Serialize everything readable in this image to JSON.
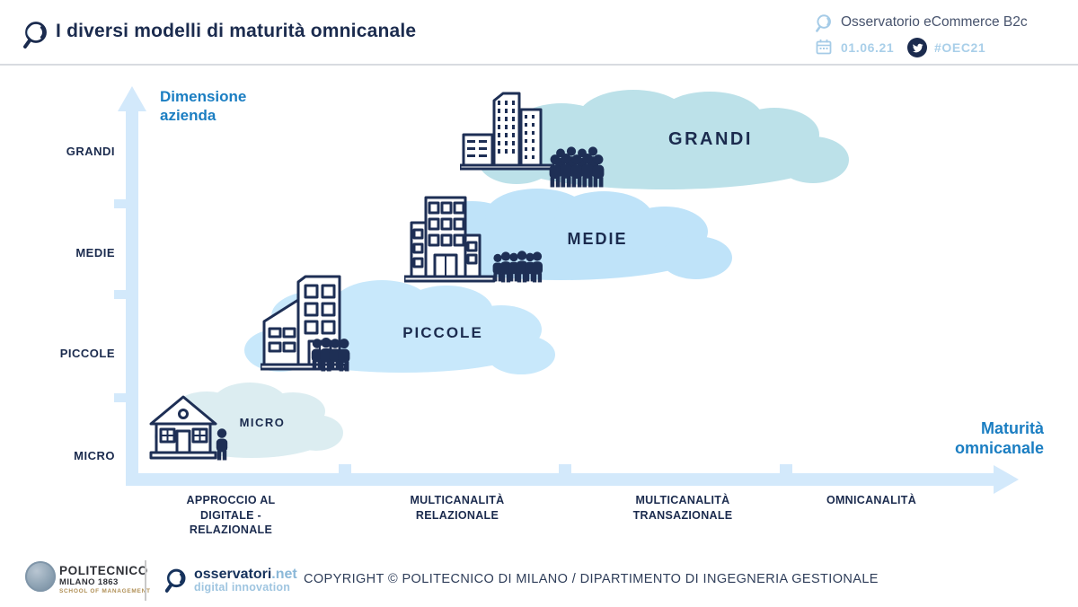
{
  "header": {
    "title": "I diversi modelli di maturità omnicanale",
    "brand": "Osservatorio eCommerce B2c",
    "date": "01.06.21",
    "hashtag": "#OEC21"
  },
  "diagram": {
    "y_axis": {
      "name_line1": "Dimensione",
      "name_line2": "azienda",
      "ticks": [
        "GRANDI",
        "MEDIE",
        "PICCOLE",
        "MICRO"
      ]
    },
    "x_axis": {
      "name_line1": "Maturità",
      "name_line2": "omnicanale",
      "ticks": [
        {
          "line1": "APPROCCIO AL",
          "line2": "DIGITALE -",
          "line3": "RELAZIONALE"
        },
        {
          "line1": "MULTICANALITÀ",
          "line2": "RELAZIONALE"
        },
        {
          "line1": "MULTICANALITÀ",
          "line2": "TRANSAZIONALE"
        },
        {
          "line1": "OMNICANALITÀ"
        }
      ]
    },
    "clusters": [
      {
        "label": "MICRO",
        "company_size": "MICRO",
        "maturity": "APPROCCIO AL DIGITALE - RELAZIONALE",
        "icon": "house-icon",
        "people": 1,
        "cloud_color": "#dcedf1"
      },
      {
        "label": "PICCOLE",
        "company_size": "PICCOLE",
        "maturity": "MULTICANALITÀ RELAZIONALE",
        "icon": "small-building-icon",
        "people": 4,
        "cloud_color": "#c8e8fb"
      },
      {
        "label": "MEDIE",
        "company_size": "MEDIE",
        "maturity": "MULTICANALITÀ RELAZIONALE",
        "icon": "medium-building-icon",
        "people": 6,
        "cloud_color": "#bfe3f9"
      },
      {
        "label": "GRANDI",
        "company_size": "GRANDI",
        "maturity": "MULTICANALITÀ TRANSAZIONALE",
        "icon": "city-buildings-icon",
        "people": 9,
        "cloud_color": "#bce1e9"
      }
    ]
  },
  "footer": {
    "politecnico": {
      "name": "POLITECNICO",
      "sub": "MILANO 1863",
      "school": "SCHOOL OF MANAGEMENT"
    },
    "osservatori": {
      "name": "osservatori",
      "domain": ".net",
      "tagline": "digital innovation"
    },
    "copyright": "COPYRIGHT © POLITECNICO DI MILANO / DIPARTIMENTO DI INGEGNERIA GESTIONALE"
  },
  "colors": {
    "navy": "#1b2b4e",
    "accent_blue": "#1b7ec2",
    "axis_light_blue": "#d3e9fb",
    "header_meta_blue": "#a9cfe9"
  }
}
